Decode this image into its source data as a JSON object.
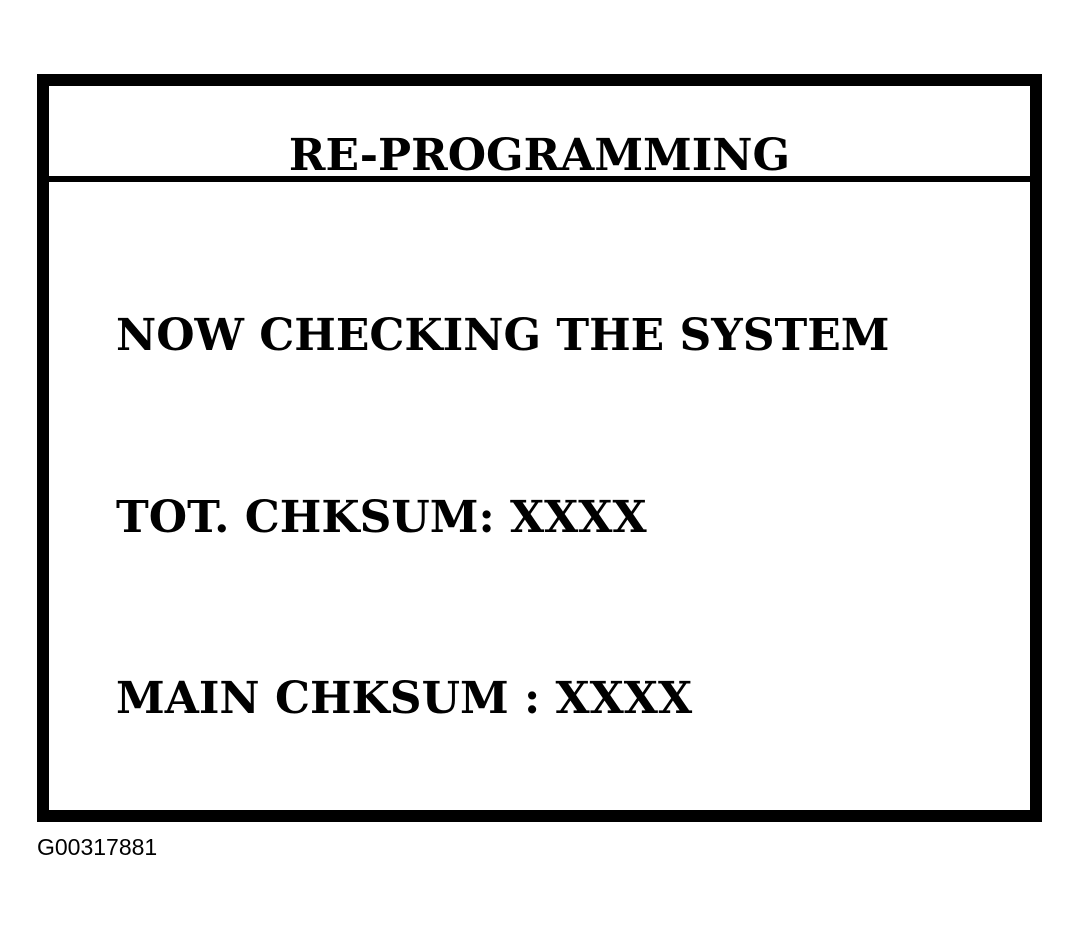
{
  "screen": {
    "title": "RE-PROGRAMMING",
    "lines": [
      "NOW CHECKING THE SYSTEM",
      "TOT. CHKSUM: XXXX",
      "MAIN CHKSUM : XXXX"
    ]
  },
  "figure_id": "G00317881",
  "colors": {
    "border": "#000000",
    "background": "#ffffff",
    "text": "#000000"
  }
}
